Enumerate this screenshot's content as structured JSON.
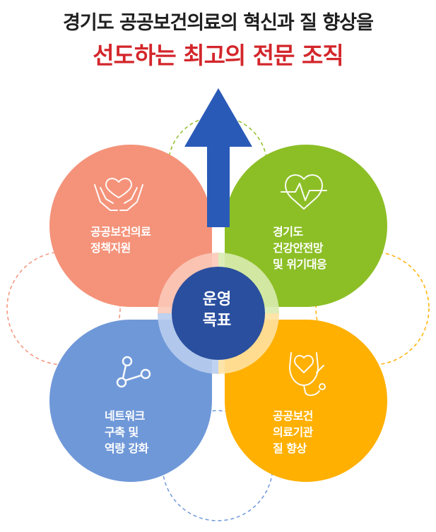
{
  "title": {
    "line1": "경기도 공공보건의료의 혁신과 질 향상을",
    "line2": "선도하는 최고의 전문 조직"
  },
  "center": {
    "line1": "운영",
    "line2": "목표"
  },
  "petals": {
    "top_left": {
      "lines": [
        "공공보건의료",
        "정책지원"
      ],
      "color": "#f4937a",
      "icon": "hands-heart-icon"
    },
    "top_right": {
      "lines": [
        "경기도",
        "건강안전망",
        "및 위기대응"
      ],
      "color": "#8cbf26",
      "icon": "heartbeat-icon"
    },
    "bottom_left": {
      "lines": [
        "네트워크",
        "구축 및",
        "역량 강화"
      ],
      "color": "#6f98d8",
      "icon": "network-icon"
    },
    "bottom_right": {
      "lines": [
        "공공보건",
        "의료기관",
        "질 향상"
      ],
      "color": "#ffb000",
      "icon": "stethoscope-heart-icon"
    }
  },
  "colors": {
    "arrow": "#2a5ab8",
    "center": "#2a4f9f",
    "title_accent": "#d3262b"
  }
}
